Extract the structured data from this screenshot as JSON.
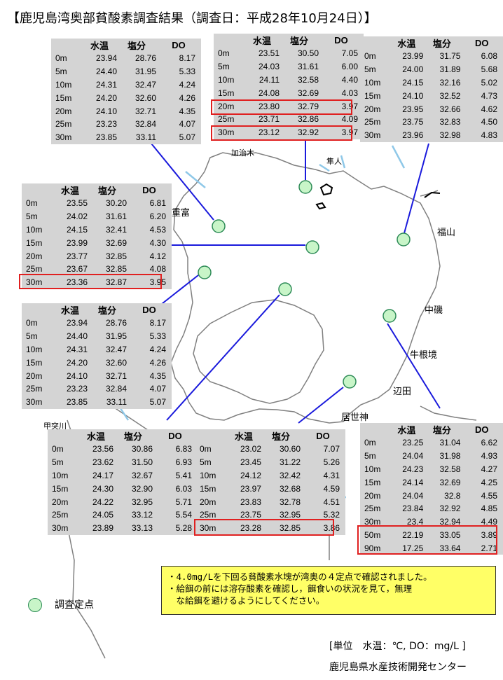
{
  "title": "【鹿児島湾奥部貧酸素調査結果（調査日：平成28年10月24日）】",
  "columns": [
    "水温",
    "塩分",
    "DO"
  ],
  "tables": [
    {
      "rows": [
        [
          "0m",
          "23.94",
          "28.76",
          "8.17"
        ],
        [
          "5m",
          "24.40",
          "31.95",
          "5.33"
        ],
        [
          "10m",
          "24.31",
          "32.47",
          "4.24"
        ],
        [
          "15m",
          "24.20",
          "32.60",
          "4.26"
        ],
        [
          "20m",
          "24.10",
          "32.71",
          "4.35"
        ],
        [
          "25m",
          "23.23",
          "32.84",
          "4.07"
        ],
        [
          "30m",
          "23.85",
          "33.11",
          "5.07"
        ]
      ]
    },
    {
      "rows": [
        [
          "0m",
          "23.51",
          "30.50",
          "7.05"
        ],
        [
          "5m",
          "24.03",
          "31.61",
          "6.00"
        ],
        [
          "10m",
          "24.11",
          "32.58",
          "4.40"
        ],
        [
          "15m",
          "24.08",
          "32.69",
          "4.03"
        ],
        [
          "20m",
          "23.80",
          "32.79",
          "3.97"
        ],
        [
          "25m",
          "23.71",
          "32.86",
          "4.09"
        ],
        [
          "30m",
          "23.12",
          "32.92",
          "3.97"
        ]
      ]
    },
    {
      "rows": [
        [
          "0m",
          "23.99",
          "31.75",
          "6.08"
        ],
        [
          "5m",
          "24.00",
          "31.89",
          "5.68"
        ],
        [
          "10m",
          "24.15",
          "32.16",
          "5.02"
        ],
        [
          "15m",
          "24.10",
          "32.52",
          "4.73"
        ],
        [
          "20m",
          "23.95",
          "32.66",
          "4.62"
        ],
        [
          "25m",
          "23.75",
          "32.83",
          "4.50"
        ],
        [
          "30m",
          "23.96",
          "32.98",
          "4.83"
        ]
      ]
    },
    {
      "rows": [
        [
          "0m",
          "23.55",
          "30.20",
          "6.81"
        ],
        [
          "5m",
          "24.02",
          "31.61",
          "6.20"
        ],
        [
          "10m",
          "24.15",
          "32.41",
          "4.53"
        ],
        [
          "15m",
          "23.99",
          "32.69",
          "4.30"
        ],
        [
          "20m",
          "23.77",
          "32.85",
          "4.12"
        ],
        [
          "25m",
          "23.67",
          "32.85",
          "4.08"
        ],
        [
          "30m",
          "23.36",
          "32.87",
          "3.95"
        ]
      ]
    },
    {
      "rows": [
        [
          "0m",
          "23.94",
          "28.76",
          "8.17"
        ],
        [
          "5m",
          "24.40",
          "31.95",
          "5.33"
        ],
        [
          "10m",
          "24.31",
          "32.47",
          "4.24"
        ],
        [
          "15m",
          "24.20",
          "32.60",
          "4.26"
        ],
        [
          "20m",
          "24.10",
          "32.71",
          "4.35"
        ],
        [
          "25m",
          "23.23",
          "32.84",
          "4.07"
        ],
        [
          "30m",
          "23.85",
          "33.11",
          "5.07"
        ]
      ]
    },
    {
      "rows": [
        [
          "0m",
          "23.56",
          "30.86",
          "6.83"
        ],
        [
          "5m",
          "23.62",
          "31.50",
          "6.93"
        ],
        [
          "10m",
          "24.17",
          "32.67",
          "5.41"
        ],
        [
          "15m",
          "24.30",
          "32.90",
          "6.03"
        ],
        [
          "20m",
          "24.22",
          "32.95",
          "5.71"
        ],
        [
          "25m",
          "24.05",
          "33.12",
          "5.54"
        ],
        [
          "30m",
          "23.89",
          "33.13",
          "5.28"
        ]
      ]
    },
    {
      "rows": [
        [
          "0m",
          "23.02",
          "30.60",
          "7.07"
        ],
        [
          "5m",
          "23.45",
          "31.22",
          "5.26"
        ],
        [
          "10m",
          "24.12",
          "32.42",
          "4.31"
        ],
        [
          "15m",
          "23.97",
          "32.68",
          "4.59"
        ],
        [
          "20m",
          "23.83",
          "32.78",
          "4.51"
        ],
        [
          "25m",
          "23.75",
          "32.95",
          "5.32"
        ],
        [
          "30m",
          "23.28",
          "32.85",
          "3.86"
        ]
      ]
    },
    {
      "rows": [
        [
          "0m",
          "23.25",
          "31.04",
          "6.62"
        ],
        [
          "5m",
          "24.04",
          "31.98",
          "4.93"
        ],
        [
          "10m",
          "24.23",
          "32.58",
          "4.27"
        ],
        [
          "15m",
          "24.14",
          "32.69",
          "4.25"
        ],
        [
          "20m",
          "24.04",
          "32.8",
          "4.55"
        ],
        [
          "25m",
          "23.84",
          "32.92",
          "4.85"
        ],
        [
          "30m",
          "23.4",
          "32.94",
          "4.49"
        ],
        [
          "50m",
          "22.19",
          "33.05",
          "3.89"
        ],
        [
          "90m",
          "17.25",
          "33.64",
          "2.71"
        ]
      ]
    }
  ],
  "places": {
    "kajiki": "加治木",
    "hayato": "隼人",
    "shigetomi": "重富",
    "fukuyama": "福山",
    "nakanohae": "中磯",
    "ushinekyo": "牛根境",
    "hetamu": "辺田",
    "koseijin": "居世神",
    "kotsukigawa": "甲突川"
  },
  "note": [
    "・4.0mg/Lを下回る貧酸素水塊が湾奥の４定点で確認されました。",
    "・給餌の前には溶存酸素を確認し，餌食いの状況を見て，無理",
    "　な給餌を避けるようにしてください。"
  ],
  "legend_label": "調査定点",
  "units": "[単位　水温：℃, DO：mg/L ]",
  "organization": "鹿児島県水産技術開発センター",
  "colors": {
    "highlight": "#e02020",
    "station": "#c8f5c8",
    "line": "#1a1adc",
    "note_bg": "#ffff66",
    "river": "#8fc8e8"
  }
}
